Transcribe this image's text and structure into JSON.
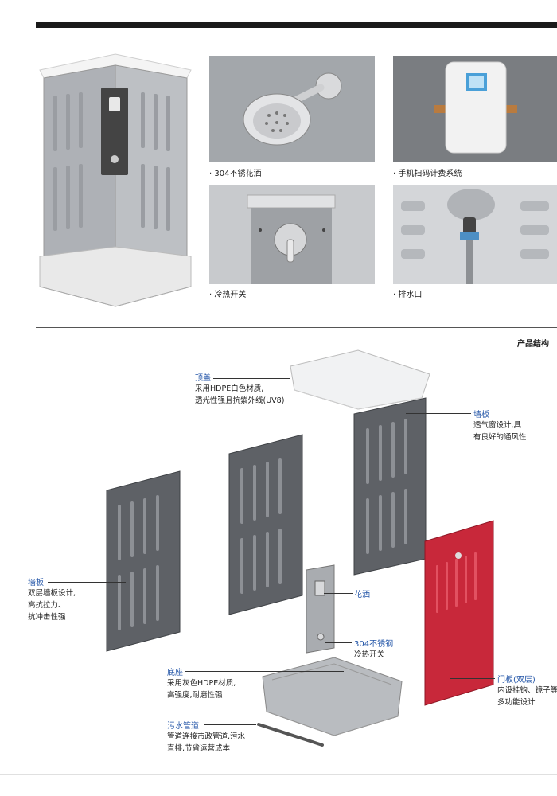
{
  "photos": {
    "shower_head": {
      "caption": "· 304不锈花洒"
    },
    "payment": {
      "caption": "· 手机扫码计费系统"
    },
    "valve": {
      "caption": "· 冷热开关"
    },
    "drain": {
      "caption": "· 排水口"
    }
  },
  "structure": {
    "title": "产品结构",
    "callouts": {
      "top_cover": {
        "title": "顶盖",
        "lines": [
          "采用HDPE白色材质,",
          "透光性强且抗紫外线(UV8)"
        ]
      },
      "wall_right": {
        "title": "墙板",
        "lines": [
          "透气窗设计,具",
          "有良好的通风性"
        ]
      },
      "wall_left": {
        "title": "墙板",
        "lines": [
          "双层墙板设计,",
          "高抗拉力、",
          "抗冲击性强"
        ]
      },
      "shower": {
        "title": "花洒",
        "lines": []
      },
      "valve": {
        "title": "304不锈钢",
        "lines": [
          "冷热开关"
        ]
      },
      "base": {
        "title": "底座",
        "lines": [
          "采用灰色HDPE材质,",
          "高强度,耐磨性强"
        ]
      },
      "door": {
        "title": "门板(双层)",
        "lines": [
          "内设挂钩、镜子等",
          "多功能设计"
        ]
      },
      "sewage": {
        "title": "污水管道",
        "lines": [
          "管道连接市政管道,污水",
          "直排,节省运营成本"
        ]
      }
    }
  },
  "colors": {
    "accent_blue": "#2456a8",
    "panel_grey": "#5e6166",
    "door_red": "#c8283a",
    "shell_white": "#f2f2f2"
  }
}
